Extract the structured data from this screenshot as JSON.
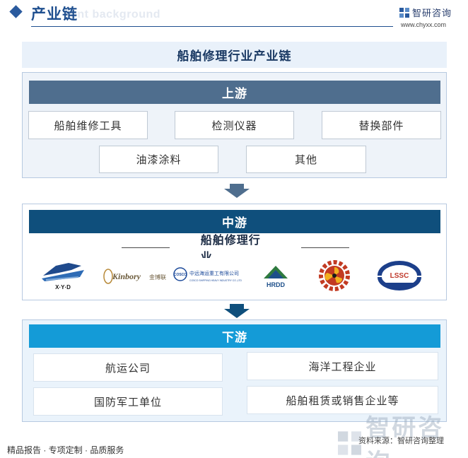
{
  "header": {
    "title": "产业链",
    "ghost_text": "ent background",
    "logo_name": "智研咨询",
    "logo_url": "www.chyxx.com"
  },
  "main_title": "船舶修理行业产业链",
  "upstream": {
    "label": "上游",
    "items": [
      "船舶维修工具",
      "检测仪器",
      "替换部件",
      "油漆涂料",
      "其他"
    ]
  },
  "midstream": {
    "label": "中游",
    "subtitle": "船舶修理行业",
    "logos": [
      {
        "icon": "xyd-logo",
        "text": "X·Y·D"
      },
      {
        "icon": "kinbory-logo",
        "text": "Kinbory",
        "text2": "金博联"
      },
      {
        "icon": "cosco-logo",
        "text": "COSCO",
        "text2": "中远海运重工有限公司",
        "text3": "COSCO SHIPPING HEAVY INDUSTRY CO.,LTD"
      },
      {
        "icon": "hrdd-logo",
        "text": "HRDD"
      },
      {
        "icon": "gear-propeller-logo",
        "text": ""
      },
      {
        "icon": "lssc-logo",
        "text": "LSSC"
      }
    ]
  },
  "downstream": {
    "label": "下游",
    "items": [
      "航运公司",
      "海洋工程企业",
      "国防军工单位",
      "船舶租赁或销售企业等"
    ]
  },
  "footer": {
    "left": "精品报告 · 专项定制 · 品质服务",
    "source": "资料来源：智研咨询整理",
    "watermark": "智研咨询"
  },
  "colors": {
    "upstream_bar": "#4f6e8e",
    "midstream_bar": "#0f4f7c",
    "downstream_bar": "#149bd7",
    "arrow": "#4f6e8e"
  }
}
